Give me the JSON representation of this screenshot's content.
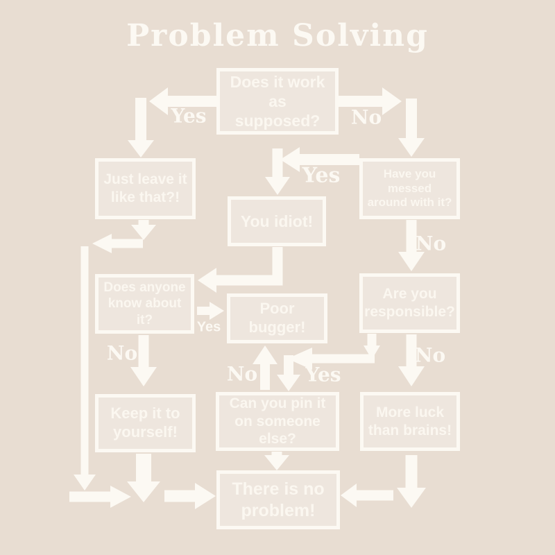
{
  "title": "Problem Solving",
  "colors": {
    "background": "#e8ddd2",
    "foreground": "#fcf9f3"
  },
  "nodes": {
    "does_it_work": "Does it work as supposed?",
    "just_leave": "Just leave it like that?!",
    "messed_around": "Have you messed around with it?",
    "you_idiot": "You idiot!",
    "does_anyone_know": "Does anyone know about it?",
    "poor_bugger": "Poor bugger!",
    "are_you_responsible": "Are you responsible?",
    "keep_it_to_yourself": "Keep it to yourself!",
    "pin_on_someone": "Can you pin it on someone else?",
    "more_luck": "More luck than brains!",
    "no_problem": "There is no problem!"
  },
  "edge_labels": {
    "yes_top_left": "Yes",
    "no_top_right": "No",
    "yes_to_you_idiot": "Yes",
    "no_messed": "No",
    "yes_to_poor_bugger": "Yes",
    "no_does_anyone": "No",
    "no_pin_up": "No",
    "yes_responsible": "Yes",
    "no_responsible": "No"
  },
  "edges": [
    {
      "from": "does_it_work",
      "to": "just_leave",
      "label": "Yes"
    },
    {
      "from": "does_it_work",
      "to": "messed_around",
      "label": "No"
    },
    {
      "from": "messed_around",
      "to": "you_idiot",
      "label": "Yes"
    },
    {
      "from": "messed_around",
      "to": "are_you_responsible",
      "label": "No"
    },
    {
      "from": "you_idiot",
      "to": "does_anyone_know",
      "label": ""
    },
    {
      "from": "does_anyone_know",
      "to": "poor_bugger",
      "label": "Yes"
    },
    {
      "from": "does_anyone_know",
      "to": "keep_it_to_yourself",
      "label": "No"
    },
    {
      "from": "are_you_responsible",
      "to": "pin_on_someone",
      "label": "Yes"
    },
    {
      "from": "are_you_responsible",
      "to": "more_luck",
      "label": "No"
    },
    {
      "from": "pin_on_someone",
      "to": "poor_bugger",
      "label": "No"
    },
    {
      "from": "pin_on_someone",
      "to": "no_problem",
      "label": ""
    },
    {
      "from": "just_leave",
      "to": "no_problem",
      "label": ""
    },
    {
      "from": "keep_it_to_yourself",
      "to": "no_problem",
      "label": ""
    },
    {
      "from": "more_luck",
      "to": "no_problem",
      "label": ""
    }
  ]
}
